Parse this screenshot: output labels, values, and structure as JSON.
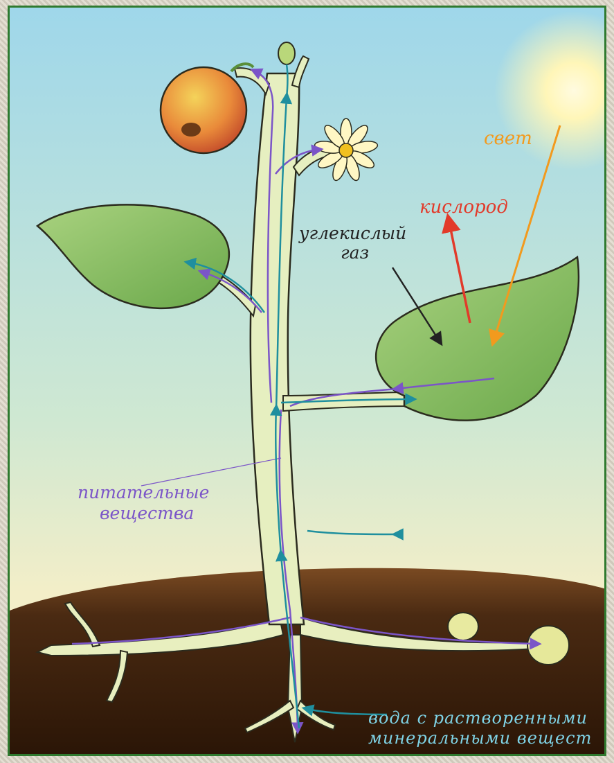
{
  "labels": {
    "light": "свет",
    "oxygen": "кислород",
    "co2_line1": "углекислый",
    "co2_line2": "газ",
    "nutrients_line1": "питательные",
    "nutrients_line2": "вещества",
    "water_line1": "вода с растворенными",
    "water_line2": "минеральными вещест"
  },
  "colors": {
    "frame": "#2f7a2f",
    "light": "#f29a1e",
    "oxygen": "#e23a2a",
    "co2": "#222222",
    "nutrients": "#7b55c8",
    "water": "#1f8f9e",
    "leaf": "#8fc26a",
    "stem": "#e6efc0",
    "soil": "#4a2a12"
  }
}
